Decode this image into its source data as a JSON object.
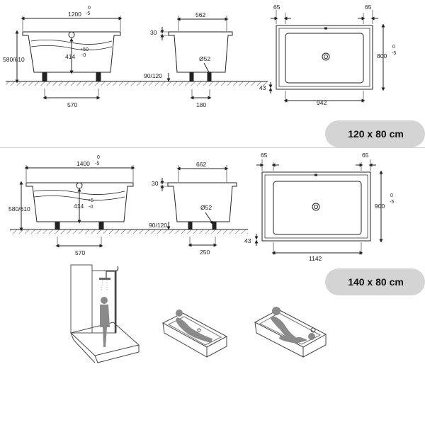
{
  "sizes": {
    "small": {
      "label": "120 x 80 cm",
      "front": {
        "length": "1200",
        "tol_top": "0",
        "tol_bottom": "-5",
        "height": "580/610",
        "inner": "414",
        "inner_tol_top": "+50",
        "inner_tol_bottom": "-0",
        "legs": "570"
      },
      "side": {
        "width": "562",
        "rim": "30",
        "drain": "Ø52",
        "floor": "90/120",
        "leg": "180"
      },
      "top": {
        "edge_left": "65",
        "edge_right": "65",
        "depth": "800",
        "tol_top": "0",
        "tol_bottom": "-5",
        "inner_length": "942",
        "corner": "43"
      }
    },
    "large": {
      "label": "140 x 80 cm",
      "front": {
        "length": "1400",
        "tol_top": "0",
        "tol_bottom": "-5",
        "height": "580/610",
        "inner": "414",
        "inner_tol_top": "+5",
        "inner_tol_bottom": "-0",
        "legs": "570"
      },
      "side": {
        "width": "662",
        "rim": "30",
        "drain": "Ø52",
        "floor": "90/120",
        "leg": "250"
      },
      "top": {
        "edge_left": "65",
        "edge_right": "65",
        "depth": "900",
        "tol_top": "0",
        "tol_bottom": "-5",
        "inner_length": "1142",
        "corner": "43"
      }
    }
  },
  "illustrations": [
    "shower-bath-icon",
    "single-bather-icon",
    "two-bathers-icon"
  ],
  "colors": {
    "line": "#222222",
    "ground_hatch": "#555555",
    "pill_bg": "#d4d4d4",
    "figure": "#8a8a8a"
  }
}
